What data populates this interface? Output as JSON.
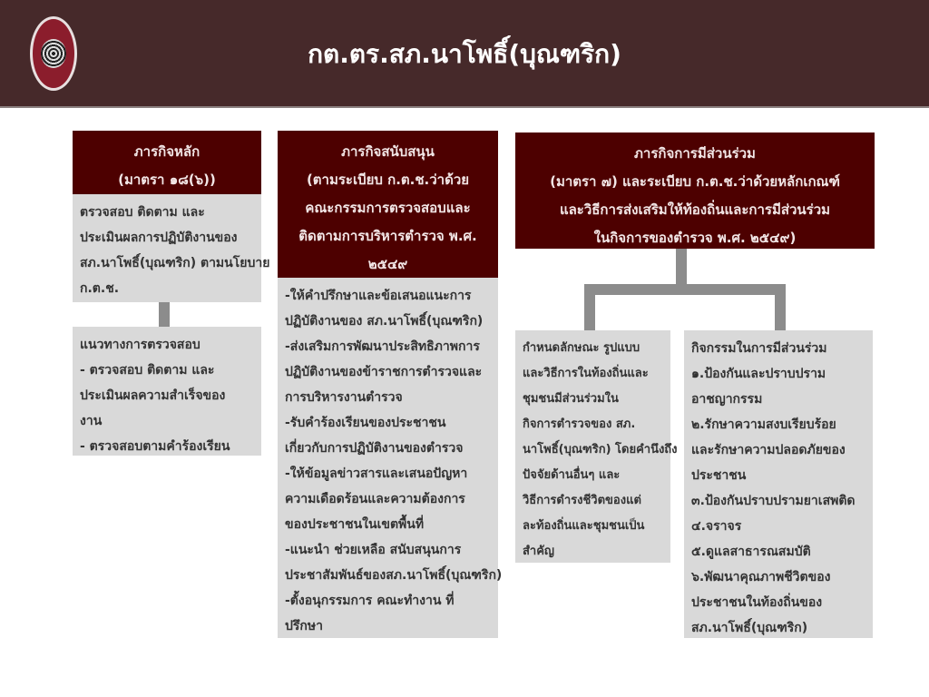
{
  "header": {
    "title": "กต.ตร.สภ.นาโพธิ์(บุณฑริก)",
    "logo": "police-station-seal"
  },
  "colors": {
    "header_bg": "#46292a",
    "box_header": "#4d0000",
    "box_body": "#d9d9d9",
    "connector": "#8c8c8c"
  },
  "main_mission": {
    "heading": [
      "ภารกิจหลัก",
      "(มาตรา ๑๘(๖))"
    ],
    "body": [
      "ตรวจสอบ ติดตาม และ",
      "ประเมินผลการปฏิบัติงานของ",
      "สภ.นาโพธิ์(บุณฑริก) ตามนโยบาย",
      "ก.ต.ช."
    ],
    "guideline": [
      "แนวทางการตรวจสอบ",
      "- ตรวจสอบ ติดตาม และ",
      "ประเมินผลความสำเร็จของ",
      "งาน",
      "- ตรวจสอบตามคำร้องเรียน"
    ]
  },
  "support_mission": {
    "heading": [
      "ภารกิจสนับสนุน",
      "(ตามระเบียบ ก.ต.ช.ว่าด้วย",
      "คณะกรรมการตรวจสอบและ",
      "ติดตามการบริหารตำรวจ พ.ศ.",
      "๒๕๔๙"
    ],
    "body": [
      "-ให้คำปรึกษาและข้อเสนอแนะการ",
      "ปฏิบัติงานของ สภ.นาโพธิ์(บุณฑริก)",
      "-ส่งเสริมการพัฒนาประสิทธิภาพการ",
      "ปฏิบัติงานของข้าราชการตำรวจและ",
      "การบริหารงานตำรวจ",
      "-รับคำร้องเรียนของประชาชน",
      "เกี่ยวกับการปฏิบัติงานของตำรวจ",
      "-ให้ข้อมูลข่าวสารและเสนอปัญหา",
      "ความเดือดร้อนและความต้องการ",
      "ของประชาชนในเขตพื้นที่",
      "-แนะนำ ช่วยเหลือ สนับสนุนการ",
      "ประชาสัมพันธ์ของสภ.นาโพธิ์(บุณฑริก)",
      "-ตั้งอนุกรรมการ คณะทำงาน ที่",
      "ปรึกษา"
    ]
  },
  "participation_mission": {
    "heading": [
      "ภารกิจการมีส่วนร่วม",
      "(มาตรา ๗) และระเบียบ ก.ต.ช.ว่าด้วยหลักเกณฑ์",
      "และวิธีการส่งเสริมให้ท้องถิ่นและการมีส่วนร่วม",
      "ในกิจการของตำรวจ พ.ศ. ๒๕๔๙)"
    ],
    "left_body": [
      "กำหนดลักษณะ รูปแบบ",
      "และวิธีการในท้องถิ่นและ",
      "ชุมชนมีส่วนร่วมใน",
      "กิจการตำรวจของ สภ.",
      "นาโพธิ์(บุณฑริก) โดยคำนึงถึง",
      "ปัจจัยด้านอื่นๆ และ",
      "วิธีการดำรงชีวิตของแต่",
      "ละท้องถิ่นและชุมชนเป็น",
      "สำคัญ"
    ],
    "right_body": [
      "กิจกรรมในการมีส่วนร่วม",
      "๑.ป้องกันและปราบปราม",
      "อาชญากรรม",
      "๒.รักษาความสงบเรียบร้อย",
      "และรักษาความปลอดภัยของ",
      "ประชาชน",
      "๓.ป้องกันปราบปรามยาเสพติด",
      "๔.จราจร",
      "๕.ดูแลสาธารณสมบัติ",
      "๖.พัฒนาคุณภาพชีวิตของ",
      "ประชาชนในท้องถิ่นของ",
      " สภ.นาโพธิ์(บุณฑริก)"
    ]
  }
}
